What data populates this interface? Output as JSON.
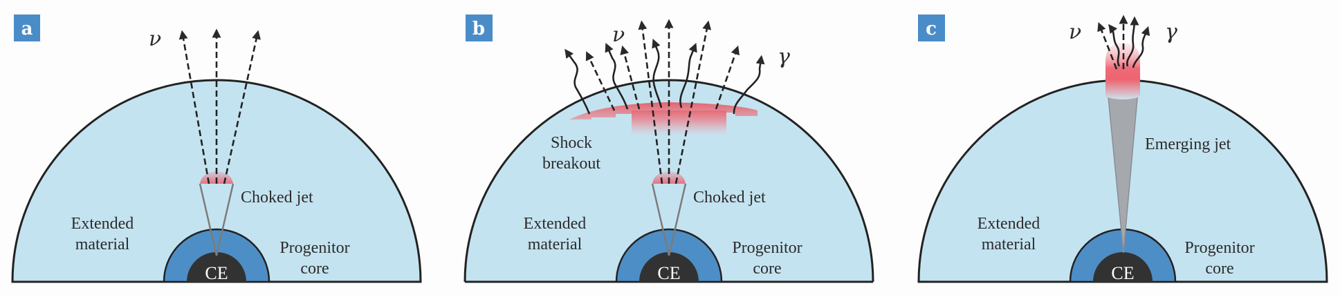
{
  "figure": {
    "colors": {
      "extended_material": "#c4e3f0",
      "progenitor_core": "#4e8ec6",
      "central_engine": "#333232",
      "outline": "#222222",
      "hot_region": "#ec5f6e",
      "jet": "#a5a8ad",
      "panel_label_bg": "#4a8cc8"
    },
    "panels": [
      {
        "id": "a",
        "label": "a",
        "scenario": "choked-jet",
        "neutrino_symbol": "ν",
        "labels": {
          "extended_line1": "Extended",
          "extended_line2": "material",
          "jet": "Choked jet",
          "core_line1": "Progenitor",
          "core_line2": "core",
          "engine": "CE"
        }
      },
      {
        "id": "b",
        "label": "b",
        "scenario": "choked-jet-shock-breakout",
        "neutrino_symbol": "ν",
        "gamma_symbol": "γ",
        "labels": {
          "shock_line1": "Shock",
          "shock_line2": "breakout",
          "extended_line1": "Extended",
          "extended_line2": "material",
          "jet": "Choked jet",
          "core_line1": "Progenitor",
          "core_line2": "core",
          "engine": "CE"
        }
      },
      {
        "id": "c",
        "label": "c",
        "scenario": "emerging-jet",
        "neutrino_symbol": "ν",
        "gamma_symbol": "γ",
        "labels": {
          "jet": "Emerging jet",
          "extended_line1": "Extended",
          "extended_line2": "material",
          "core_line1": "Progenitor",
          "core_line2": "core",
          "engine": "CE"
        }
      }
    ]
  }
}
